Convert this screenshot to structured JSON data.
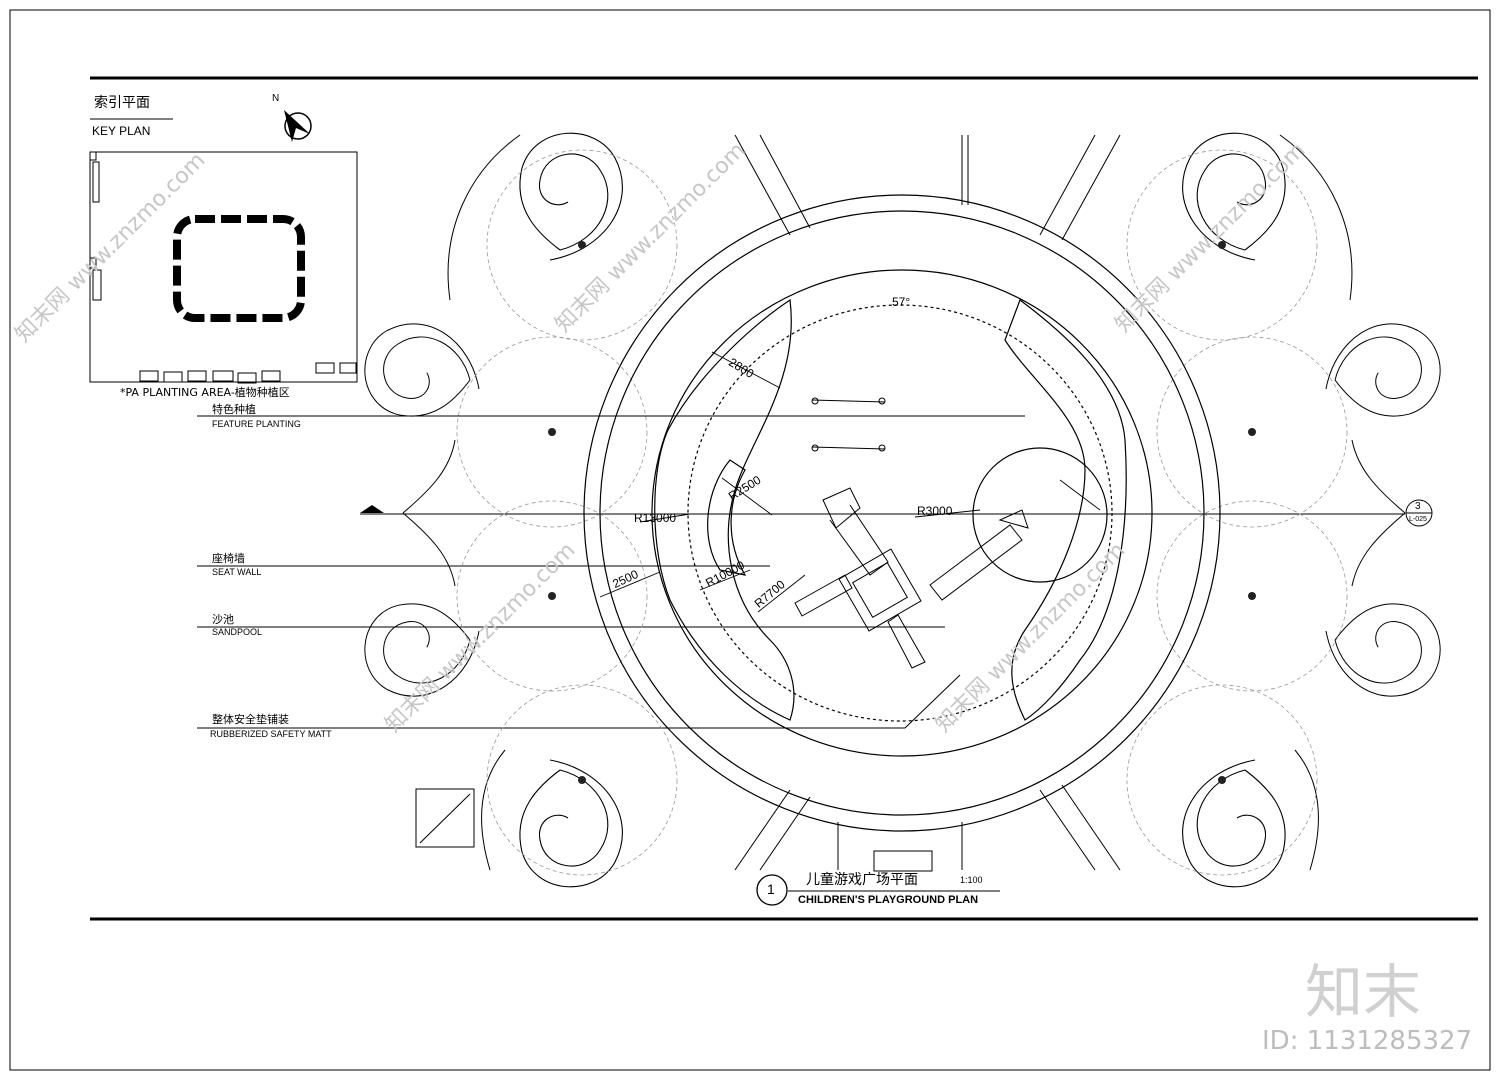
{
  "key_plan": {
    "title_cn": "索引平面",
    "title_en": "KEY PLAN",
    "north_label": "N",
    "pa_legend": "*PA   PLANTING AREA-植物种植区"
  },
  "labels": {
    "feature_planting_cn": "特色种植",
    "feature_planting_en": "FEATURE PLANTING",
    "seat_wall_cn": "座椅墙",
    "seat_wall_en": "SEAT WALL",
    "sandpool_cn": "沙池",
    "sandpool_en": "SANDPOOL",
    "safety_matt_cn": "整体安全垫铺装",
    "safety_matt_en": "RUBBERIZED SAFETY MATT"
  },
  "dimensions": {
    "angle": "57°",
    "d2800": "2800",
    "d2500": "2500",
    "r2500": "R2500",
    "r13000": "R13000",
    "r10000": "R10000",
    "r7700": "R7700",
    "r3000": "R3000"
  },
  "section_marker": {
    "number": "3",
    "sheet": "L-025"
  },
  "plan_title": {
    "number": "1",
    "title_cn": "儿童游戏广场平面",
    "scale": "1:100",
    "title_en": "CHILDREN'S  PLAYGROUND PLAN"
  },
  "watermark": {
    "brand": "知末",
    "id": "ID: 1131285327",
    "diagonal": "知末网 www.znzmo.com"
  }
}
